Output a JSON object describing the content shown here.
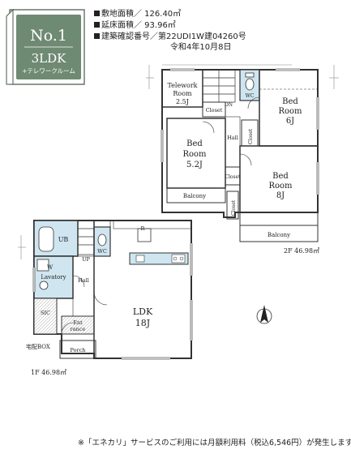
{
  "badge": {
    "no": "No.1",
    "layout": "3LDK",
    "sub": "+テレワークルーム"
  },
  "info": {
    "lot_area": "敷地面積／ 126.40㎡",
    "floor_area": "延床面積／ 93.96㎡",
    "permit": "建築確認番号／第22UDI1W建04260号",
    "permit_date": "令和4年10月8日"
  },
  "floor2": {
    "telework_label": "Telework",
    "telework_room": "Room",
    "telework_size": "2.5J",
    "bed1_a": "Bed",
    "bed1_b": "Room",
    "bed1_size": "6J",
    "bed2_a": "Bed",
    "bed2_b": "Room",
    "bed2_size": "5.2J",
    "bed3_a": "Bed",
    "bed3_b": "Room",
    "bed3_size": "8J",
    "closet": "Closet",
    "hall": "Hall",
    "dn": "DN",
    "wc": "WC",
    "balcony_left": "Balcony",
    "balcony_right": "Balcony",
    "area": "2F 46.98㎡"
  },
  "floor1": {
    "ub": "UB",
    "wc": "WC",
    "w": "W",
    "lavatory": "Lavatory",
    "hall": "Hall",
    "up": "UP",
    "r": "R",
    "ldk": "LDK",
    "ldk_size": "18J",
    "sic": "SIC",
    "entrance_a": "Ent",
    "entrance_b": "rance",
    "porch": "Porch",
    "box": "宅配BOX",
    "area": "1F 46.98㎡"
  },
  "footer": "※「エネカリ」サービスのご利用には月額利用料（税込6,546円）が発生します。"
}
